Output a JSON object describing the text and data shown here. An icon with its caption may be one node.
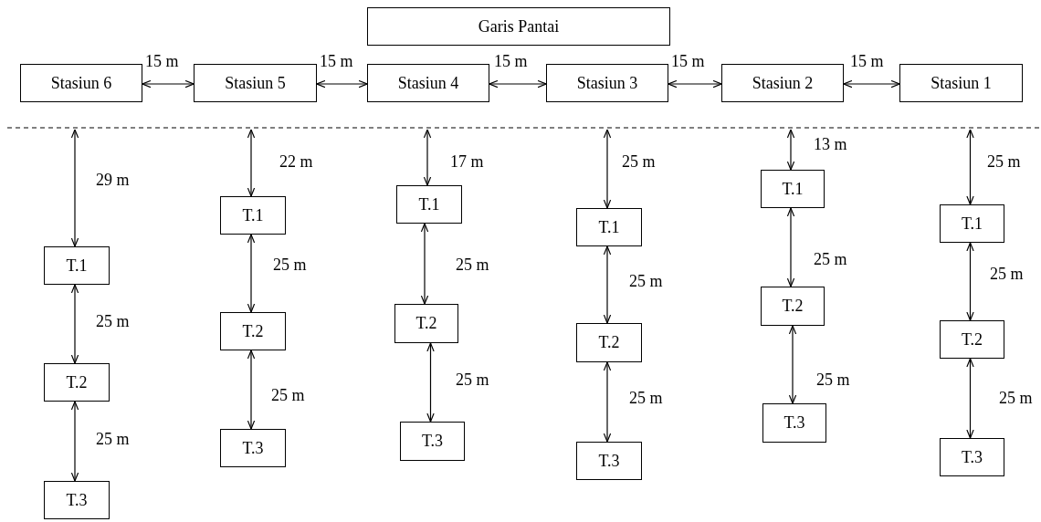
{
  "diagram": {
    "nodes": [
      {
        "text": [
          "Garis Pantai"
        ]
      },
      {
        "text": [
          "Stasiun 6"
        ]
      },
      {
        "text": [
          "Stasiun 5"
        ]
      },
      {
        "text": [
          "Stasiun 4"
        ]
      },
      {
        "text": [
          "Stasiun 3"
        ]
      },
      {
        "text": [
          "Stasiun 2"
        ]
      },
      {
        "text": [
          "Stasiun 1"
        ]
      },
      {
        "text": [
          "T.1"
        ]
      },
      {
        "text": [
          "T.2"
        ]
      },
      {
        "text": [
          "T.3"
        ]
      },
      {
        "text": [
          "T.1"
        ]
      },
      {
        "text": [
          "T.2"
        ]
      },
      {
        "text": [
          "T.3"
        ]
      },
      {
        "text": [
          "T.1"
        ]
      },
      {
        "text": [
          "T.2"
        ]
      },
      {
        "text": [
          "T.3"
        ]
      },
      {
        "text": [
          "T.1"
        ]
      },
      {
        "text": [
          "T.2"
        ]
      },
      {
        "text": [
          "T.3"
        ]
      },
      {
        "text": [
          "T.1"
        ]
      },
      {
        "text": [
          "T.2"
        ]
      },
      {
        "text": [
          "T.3"
        ]
      },
      {
        "text": [
          "T.1"
        ]
      },
      {
        "text": [
          "T.2"
        ]
      },
      {
        "text": [
          "T.3"
        ]
      }
    ],
    "edges": [
      {
        "from": 1,
        "to": 2,
        "arrow": "both",
        "label": "15 m"
      },
      {
        "from": 2,
        "to": 3,
        "arrow": "both",
        "label": "15 m"
      },
      {
        "from": 3,
        "to": 4,
        "arrow": "both",
        "label": "15 m"
      },
      {
        "from": 4,
        "to": 5,
        "arrow": "both",
        "label": "15 m"
      },
      {
        "from": 5,
        "to": 6,
        "arrow": "both",
        "label": "15 m"
      },
      {
        "from": null,
        "to": 7,
        "arrow": "both",
        "label": "29 m"
      },
      {
        "from": 7,
        "to": 8,
        "arrow": "both",
        "label": "25 m"
      },
      {
        "from": 8,
        "to": 9,
        "arrow": "both",
        "label": "25 m"
      },
      {
        "from": null,
        "to": 10,
        "arrow": "both",
        "label": "22 m"
      },
      {
        "from": 10,
        "to": 11,
        "arrow": "both",
        "label": "25 m"
      },
      {
        "from": 11,
        "to": 12,
        "arrow": "both",
        "label": "25 m"
      },
      {
        "from": null,
        "to": 13,
        "arrow": "both",
        "label": "17 m"
      },
      {
        "from": 13,
        "to": 14,
        "arrow": "both",
        "label": "25 m"
      },
      {
        "from": 14,
        "to": 15,
        "arrow": "both",
        "label": "25 m"
      },
      {
        "from": null,
        "to": 16,
        "arrow": "both",
        "label": "25 m"
      },
      {
        "from": 16,
        "to": 17,
        "arrow": "both",
        "label": "25 m"
      },
      {
        "from": 17,
        "to": 18,
        "arrow": "both",
        "label": "25 m"
      },
      {
        "from": null,
        "to": 19,
        "arrow": "both",
        "label": "13 m"
      },
      {
        "from": 19,
        "to": 20,
        "arrow": "both",
        "label": "25 m"
      },
      {
        "from": 20,
        "to": 21,
        "arrow": "both",
        "label": "25 m"
      },
      {
        "from": null,
        "to": 22,
        "arrow": "both",
        "label": "25 m"
      },
      {
        "from": 22,
        "to": 23,
        "arrow": "both",
        "label": "25 m"
      },
      {
        "from": 23,
        "to": 24,
        "arrow": "both",
        "label": "25 m"
      }
    ]
  }
}
